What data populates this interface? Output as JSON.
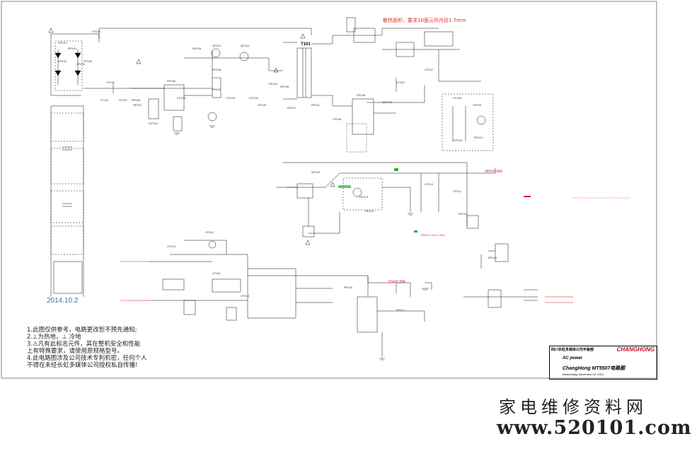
{
  "sheet": {
    "transformer_label": "T101",
    "date_stamp": "2014.10.2",
    "red_hint": "散热面积，要求10面元件内径1.7mm",
    "voltage_24v": "24V=0.35A",
    "voltage_12v": "12V=0.35A",
    "stby_label": "STBY+1.2V=1.20V",
    "notes": [
      "1.此图仅供参考，电路更改恕不预先通知;",
      "2.⊥为热地，⊥ 冷地",
      "3.⚠凡有此标志元件，其在整机安全和性能",
      "上有特殊要求，请使用原规格型号。",
      "4.此电路图涉及公司技术专利机密，任何个人",
      "不得在未经长虹多媒体公司授权私自传播!"
    ],
    "component_labels": [
      "CP101",
      "RP101",
      "DP101",
      "DP102",
      "DP103",
      "DP104",
      "CP102",
      "LP101",
      "LP102",
      "RP105",
      "RP106",
      "RP107",
      "ICP101",
      "CP103",
      "DP105",
      "QP101",
      "QP102",
      "RP108",
      "RP109",
      "CP104",
      "ICP102",
      "RP110",
      "CP105",
      "DP106",
      "DP107",
      "RP111",
      "CP106",
      "DP108",
      "ZDP101",
      "LP103",
      "CP107",
      "CP108",
      "CP109",
      "RP112",
      "ICP103",
      "QP103",
      "RP113",
      "RP114",
      "CP110",
      "CP111",
      "DP109",
      "RP115",
      "CP112",
      "CP113",
      "LP104",
      "CP114",
      "RP116",
      "RP117"
    ]
  },
  "title_block": {
    "company": "四川长虹多媒体公司平板部",
    "brand": "CHANGHONG",
    "sheet_name": "AC power",
    "document": "ChangHong MT5507电路图",
    "timestamp": "Wednesday, December 03, 2014"
  },
  "watermark": {
    "line1": "家电维修资料网",
    "line2": "www.520101.com"
  }
}
